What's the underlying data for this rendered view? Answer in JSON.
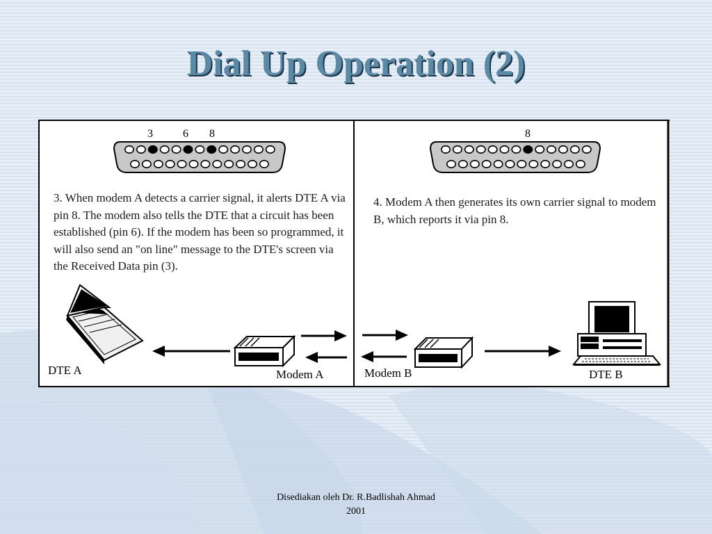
{
  "slide": {
    "title": "Dial Up Operation (2)"
  },
  "diagram": {
    "left_panel": {
      "pin_labels": [
        "3",
        "6",
        "8"
      ],
      "description": "3. When modem A detects a carrier signal, it alerts DTE A via pin 8. The modem also tells the DTE that a circuit has been established (pin 6). If the modem has been so programmed, it will also send an \"on line\" message to the DTE's screen via the Received Data pin (3).",
      "device_labels": {
        "dte": "DTE A",
        "modem": "Modem A"
      }
    },
    "right_panel": {
      "pin_labels": [
        "8"
      ],
      "description": "4. Modem A then generates its own carrier signal to modem B, which reports it via pin 8.",
      "device_labels": {
        "modem": "Modem B",
        "dte": "DTE B"
      }
    }
  },
  "footer": {
    "line1": "Disediakan oleh Dr. R.Badlishah Ahmad",
    "line2": "2001"
  }
}
